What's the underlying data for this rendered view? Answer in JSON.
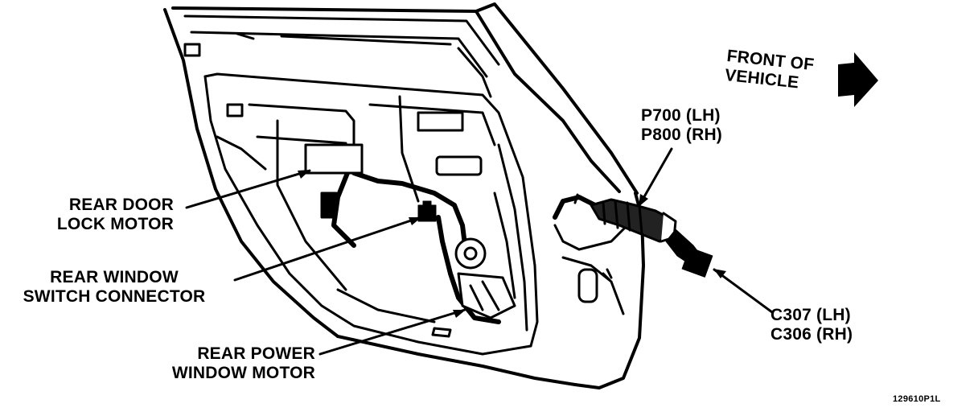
{
  "labels": {
    "front_of_vehicle": [
      "FRONT OF",
      "VEHICLE"
    ],
    "p_connector": [
      "P700 (LH)",
      "P800 (RH)"
    ],
    "rear_door_lock_motor": [
      "REAR DOOR",
      "LOCK MOTOR"
    ],
    "rear_window_switch_connector": [
      "REAR WINDOW",
      "SWITCH CONNECTOR"
    ],
    "rear_power_window_motor": [
      "REAR POWER",
      "WINDOW MOTOR"
    ],
    "c_connector": [
      "C307 (LH)",
      "C306 (RH)"
    ],
    "figure_number": "129610P1L"
  }
}
